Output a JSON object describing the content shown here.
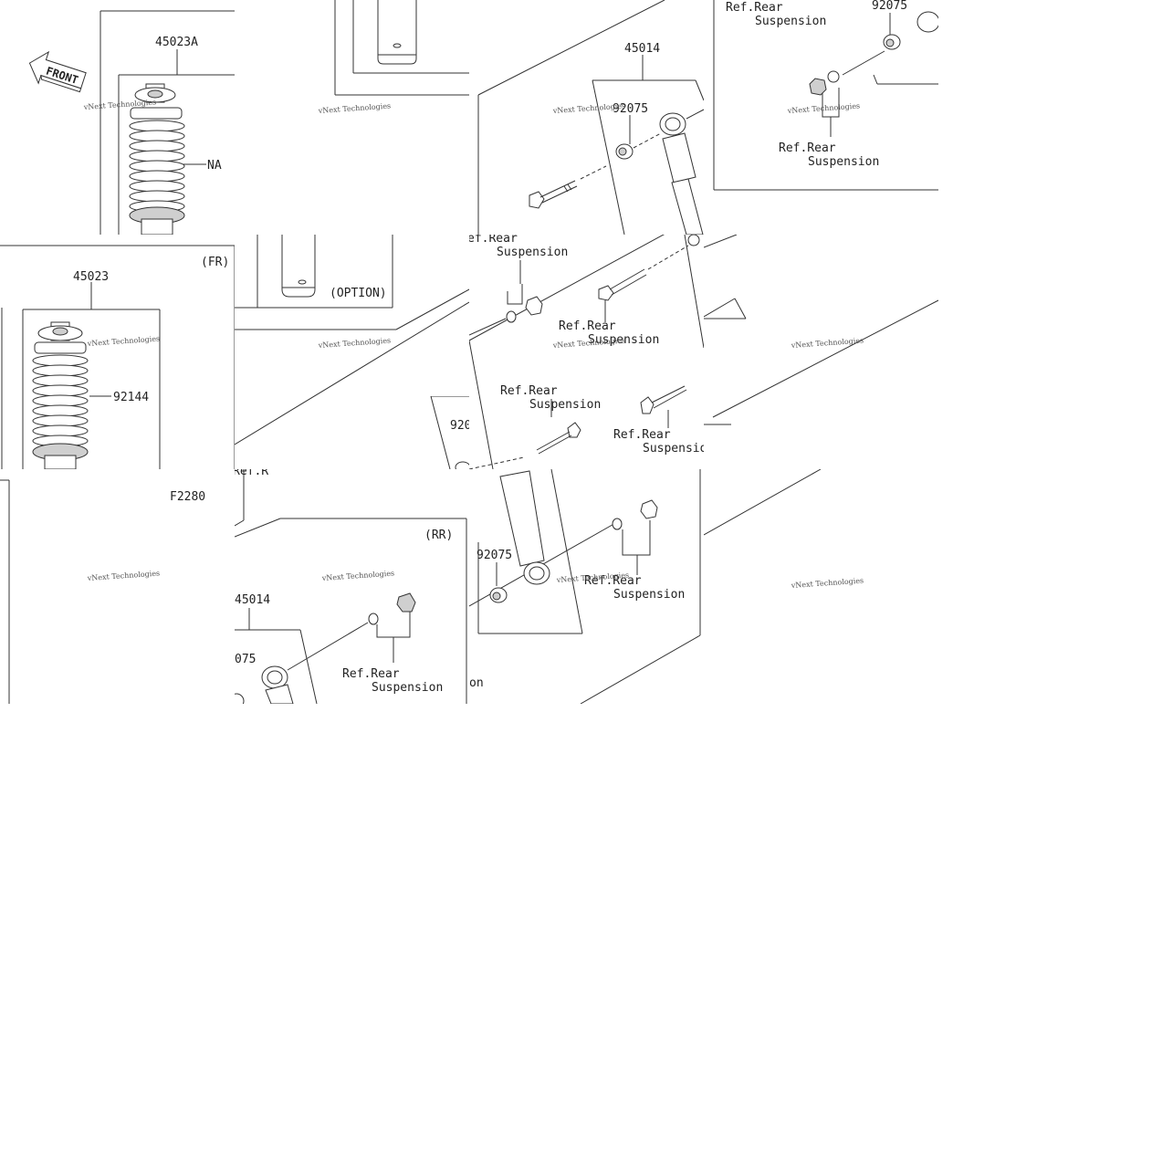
{
  "diagram": {
    "front_arrow": "FRONT",
    "watermark": "vNext Technologies",
    "sections": {
      "fr": "(FR)",
      "rr": "(RR)",
      "option": "(OPTION)"
    },
    "figure_code": "F2280",
    "part_numbers": {
      "shock_front_option": "45023A",
      "shock_front": "45023",
      "shock_rear": "45014",
      "spring": "92144",
      "bushing": "92075",
      "na": "NA"
    },
    "ref_line1": "Ref.Rear",
    "ref_line2": "Suspension",
    "partials": {
      "p92075_a": "92075",
      "p92075_b": "92075",
      "p92075_c": "075",
      "p920": "920",
      "p45014b": "45014",
      "p_on": "on",
      "p_suspensio": "Suspensio",
      "p_ref_trunc": "Ref.Rear",
      "p_ef_rear": "ef.Rear",
      "p_rfr": "Ref.R"
    }
  }
}
